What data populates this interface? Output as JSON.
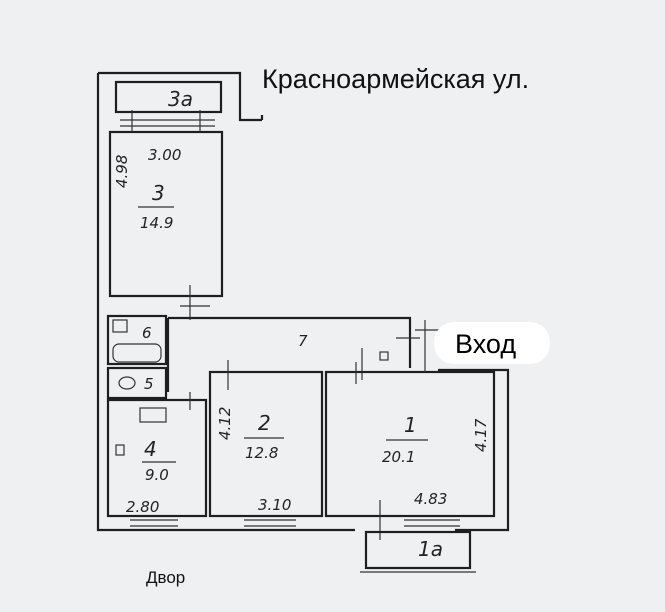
{
  "street_label": "Красноармейская ул.",
  "yard_label": "Двор",
  "entrance_label": "Вход",
  "rooms": {
    "r3a": {
      "number": "3а"
    },
    "r3": {
      "number": "3",
      "area": "14.9",
      "width": "3.00",
      "length": "4.98"
    },
    "r7": {
      "number": "7"
    },
    "r6": {
      "number": "6"
    },
    "r5": {
      "number": "5"
    },
    "r4": {
      "number": "4",
      "area": "9.0",
      "width": "2.80"
    },
    "r2": {
      "number": "2",
      "area": "12.8",
      "width": "3.10",
      "length": "4.12"
    },
    "r1": {
      "number": "1",
      "area": "20.1",
      "width": "4.83",
      "length": "4.17"
    },
    "r1a": {
      "number": "1а"
    }
  },
  "colors": {
    "background": "#eef0f1",
    "wall": "#1f1f1f",
    "entrance_bg": "#ffffff"
  }
}
